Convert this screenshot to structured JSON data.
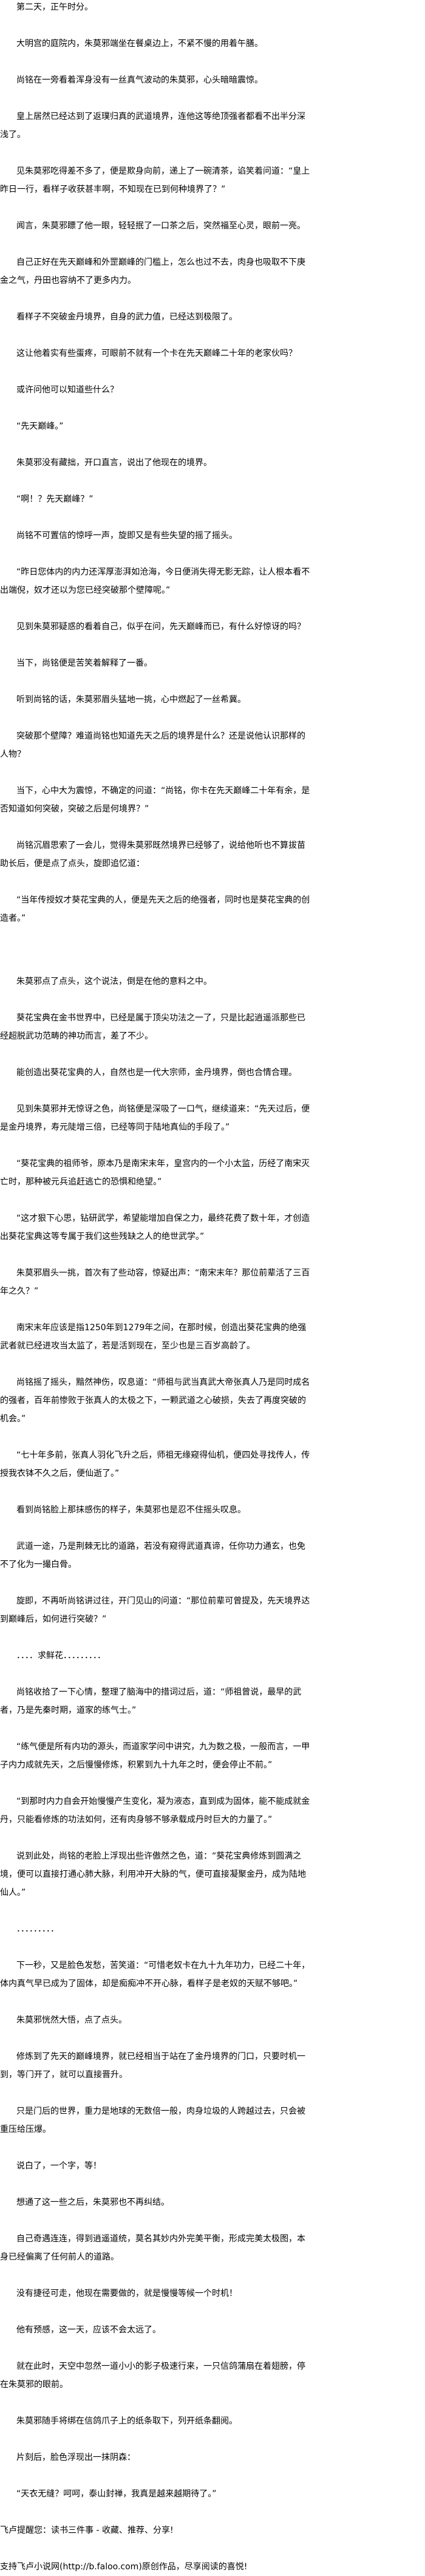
{
  "chapter": {
    "paragraphs": [
      "第二天，正午时分。",
      "大明宫的庭院内，朱莫邪端坐在餐桌边上，不紧不慢的用着午膳。",
      "尚铭在一旁看着浑身没有一丝真气波动的朱莫邪，心头暗暗震惊。",
      "皇上居然已经达到了返璞归真的武道境界，连他这等绝顶强者都看不出半分深浅了。",
      "见朱莫邪吃得差不多了，便是欺身向前，递上了一碗清茶，谄笑着问道：“皇上昨日一行，看样子收获甚丰啊，不知现在已到何种境界了？”",
      "闻言，朱莫邪瞟了他一眼，轻轻抿了一口茶之后，突然福至心灵，眼前一亮。",
      "自己正好在先天巅峰和外罡巅峰的门槛上，怎么也过不去，肉身也吸取不下庚金之气，丹田也容纳不了更多内力。",
      "看样子不突破金丹境界，自身的武力值，已经达到极限了。",
      "这让他着实有些蛋疼，可眼前不就有一个卡在先天巅峰二十年的老家伙吗？",
      "或许问他可以知道些什么？",
      "“先天巅峰。”",
      "朱莫邪没有藏拙，开口直言，说出了他现在的境界。",
      "“啊！？先天巅峰？”",
      "尚铭不可置信的惊呼一声，旋即又是有些失望的摇了摇头。",
      "“昨日您体内的内力还浑厚澎湃如沧海，今日便消失得无影无踪，让人根本看不出端倪，奴才还以为您已经突破那个壁障呢。”",
      "见到朱莫邪疑惑的看着自己，似乎在问，先天巅峰而已，有什么好惊讶的吗？",
      "当下，尚铭便是苦笑着解释了一番。",
      "听到尚铭的话，朱莫邪眉头猛地一挑，心中燃起了一丝希冀。",
      "突破那个壁障？难道尚铭也知道先天之后的境界是什么？还是说他认识那样的人物？",
      "当下，心中大为震惊，不确定的问道：“尚铭，你卡在先天巅峰二十年有余，是否知道如何突破，突破之后是何境界？”",
      "尚铭沉眉思索了一会儿，觉得朱莫邪既然境界已经够了，说给他听也不算拔苗助长后，便是点了点头，旋即追忆道：",
      "“当年传授奴才葵花宝典的人，便是先天之后的绝强者，同时也是葵花宝典的创造者。”",
      "朱莫邪点了点头，这个说法，倒是在他的意料之中。",
      "葵花宝典在金书世界中，已经是属于顶尖功法之一了，只是比起逍遥派那些已经超脱武功范畴的神功而言，差了不少。",
      "能创造出葵花宝典的人，自然也是一代大宗师，金丹境界，倒也合情合理。",
      "见到朱莫邪并无惊讶之色，尚铭便是深吸了一口气，继续道来：“先天过后，便是金丹境界，寿元陡增三倍，已经等同于陆地真仙的手段了。”",
      "“葵花宝典的祖师爷，原本乃是南宋末年，皇宫内的一个小太监，历经了南宋灭亡时，那种被元兵追赶逃亡的恐惧和绝望。”",
      "“这才狠下心思，钻研武学，希望能增加自保之力，最终花费了数十年，才创造出葵花宝典这等专属于我们这些残缺之人的绝世武学。”",
      "朱莫邪眉头一挑，首次有了些动容，惊疑出声：“南宋末年？那位前辈活了三百年之久？”",
      "南宋末年应该是指1250年到1279年之间，在那时候，创造出葵花宝典的绝强武者就已经进攻当太监了，若是活到现在，至少也是三百岁高龄了。",
      "尚铭摇了摇头，黯然神伤，叹息道：“师祖与武当真武大帝张真人乃是同时成名的强者，百年前惨败于张真人的太极之下，一颗武道之心破损，失去了再度突破的机会。”",
      "“七十年多前，张真人羽化飞升之后，师祖无缘窥得仙机，便四处寻找传人，传授我衣钵不久之后，便仙逝了。”",
      "看到尚铭脸上那抹感伤的样子，朱莫邪也是忍不住摇头叹息。",
      "武道一途，乃是荆棘无比的道路，若没有窥得武道真谛，任你功力通玄，也免不了化为一撮白骨。",
      "旋即，不再听尚铭讲过往，开门见山的问道：“那位前辈可曾提及，先天境界达到巅峰后，如何进行突破？”",
      "．．．．求鲜花．．．．．．．．．",
      "尚铭收拾了一下心情，整理了脑海中的措词过后，道：“师祖曾说，最早的武者，乃是先秦时期，道家的练气士。”",
      "“练气便是所有内功的源头，而道家学问中讲究，九为数之极，一般而言，一甲子内力成就先天，之后慢慢修炼，积累到九十九年之时，便会停止不前。”",
      "“到那时内力自会开始慢慢产生变化，凝为液态，直到成为固体，能不能成就金丹，只能看修炼的功法如何，还有肉身够不够承载成丹时巨大的力量了。”",
      "说到此处，尚铭的老脸上浮现出些许傲然之色，道：“葵花宝典修炼到圆满之境，便可以直接打通心肺大脉，利用冲开大脉的气，便可直接凝聚金丹，成为陆地仙人。”",
      "．．．．．．．．．",
      "下一秒，又是脸色发愁，苦笑道：“可惜老奴卡在九十九年功力，已经二十年，体内真气早已成为了固体，却是痴痴冲不开心脉，看样子是老奴的天赋不够吧。”",
      "朱莫邪恍然大悟，点了点头。",
      "修炼到了先天的巅峰境界，就已经相当于站在了金丹境界的门口，只要时机一到，等门开了，就可以直接晋升。",
      "只是门后的世界，重力是地球的无数倍一般，肉身垃圾的人跨越过去，只会被重压给压爆。",
      "说白了，一个字，等！",
      "想通了这一些之后，朱莫邪也不再纠结。",
      "自己奇遇连连，得到逍遥道统，莫名其妙内外完美平衡，形成完美太极图，本身已经偏离了任何前人的道路。",
      "没有捷径可走，他现在需要做的，就是慢慢等候一个时机！",
      "他有预感，这一天，应该不会太远了。",
      "就在此时，天空中忽然一道小小的影子极速行来，一只信鸽蒲扇在着翅膀，停在朱莫邪的眼前。",
      "朱莫邪随手将绑在信鸽爪子上的纸条取下，列开纸条翻阅。",
      "片刻后，脸色浮现出一抹阴森：",
      "“天衣无缝？呵呵，泰山封禅，我真是越来越期待了。”"
    ]
  },
  "footer": {
    "reminder": "飞卢提醒您：读书三件事 - 收藏、推荐、分享!",
    "support": "支持飞卢小说网(http://b.faloo.com)原创作品，尽享阅读的喜悦!"
  }
}
